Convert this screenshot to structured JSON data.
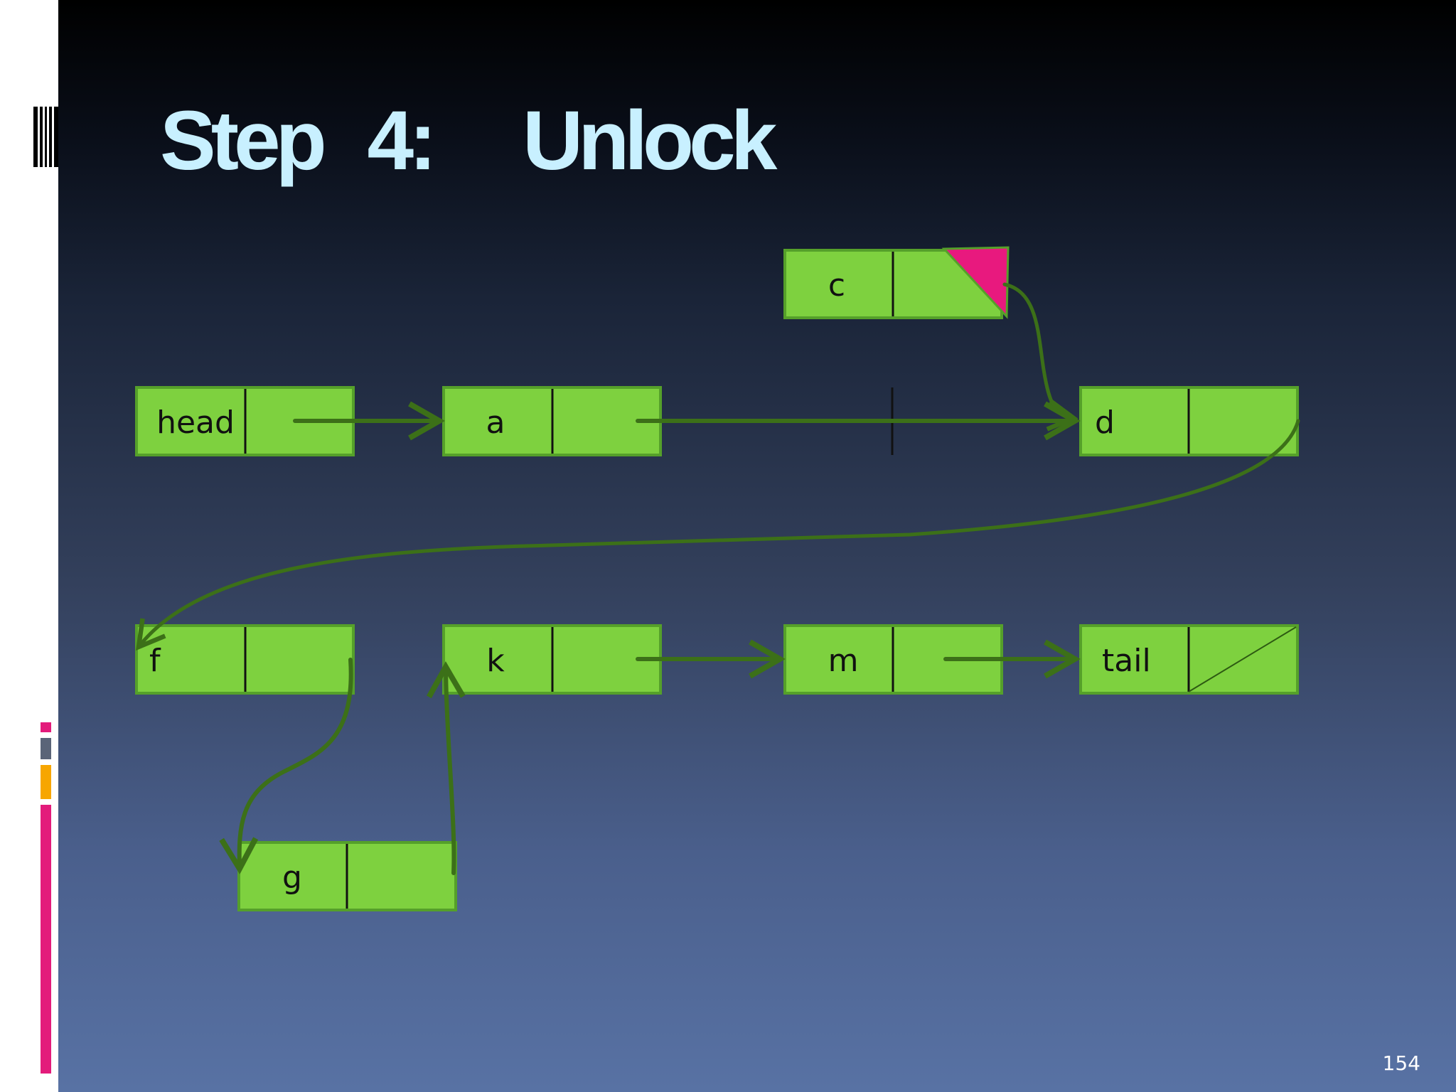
{
  "slide": {
    "title": "Step 4:  Unlock",
    "page_number": "154"
  },
  "colors": {
    "node_fill": "#7ed13f",
    "node_border": "#55a02a",
    "pointer": "#3c7018",
    "lock_marker": "#e8197e",
    "title_text": "#c8f0ff",
    "accent_pink": "#e31b7b",
    "accent_orange": "#f7a600",
    "accent_gray": "#5a6478"
  },
  "diagram": {
    "nodes": [
      {
        "id": "head",
        "label": "head"
      },
      {
        "id": "a",
        "label": "a"
      },
      {
        "id": "c",
        "label": "c",
        "locked": true
      },
      {
        "id": "d",
        "label": "d"
      },
      {
        "id": "f",
        "label": "f"
      },
      {
        "id": "k",
        "label": "k"
      },
      {
        "id": "m",
        "label": "m"
      },
      {
        "id": "tail",
        "label": "tail",
        "null_next": true
      },
      {
        "id": "g",
        "label": "g"
      }
    ],
    "links": [
      {
        "from": "head",
        "to": "a"
      },
      {
        "from": "a",
        "to": "d"
      },
      {
        "from": "c",
        "to": "d"
      },
      {
        "from": "d",
        "to": "f"
      },
      {
        "from": "f",
        "to": "g"
      },
      {
        "from": "g",
        "to": "k"
      },
      {
        "from": "k",
        "to": "m"
      },
      {
        "from": "m",
        "to": "tail"
      }
    ]
  }
}
